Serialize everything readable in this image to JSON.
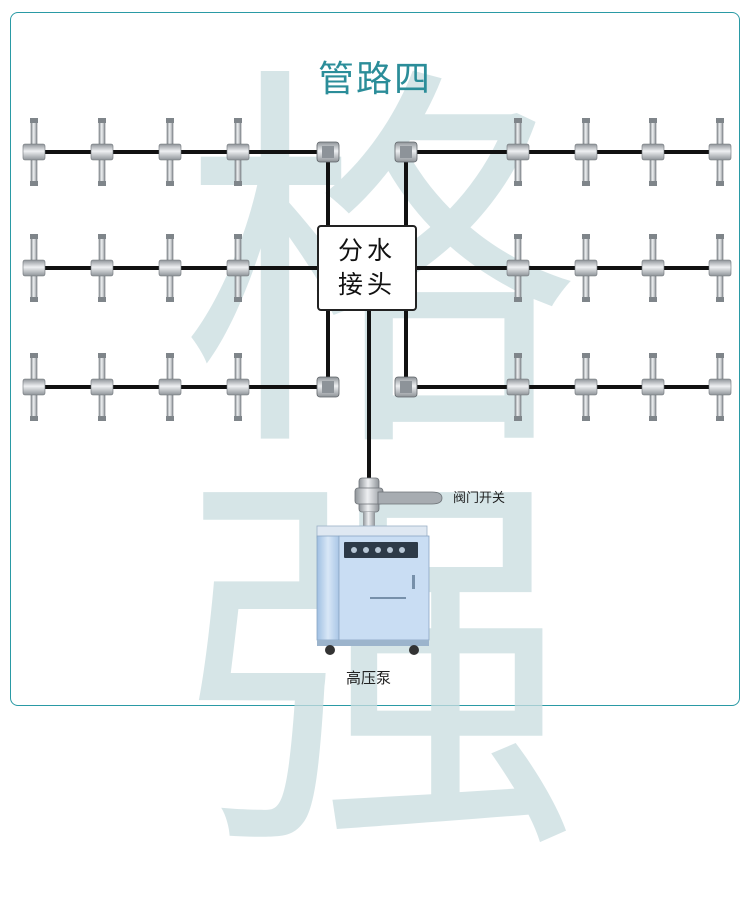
{
  "title": "管路四",
  "watermark": "格强",
  "hub": {
    "line1": "分水",
    "line2": "接头"
  },
  "valve_label": "阀门开关",
  "pump_label": "高压泵",
  "colors": {
    "accent": "#2b8d99",
    "border": "#2a9aa5",
    "pipe": "#111111",
    "nozzle": "#b8bcc0",
    "pump": "#c3d9f2"
  },
  "icons": [
    "nozzle-icon",
    "elbow-fitting-icon",
    "ball-valve-icon",
    "high-pressure-pump-icon"
  ]
}
